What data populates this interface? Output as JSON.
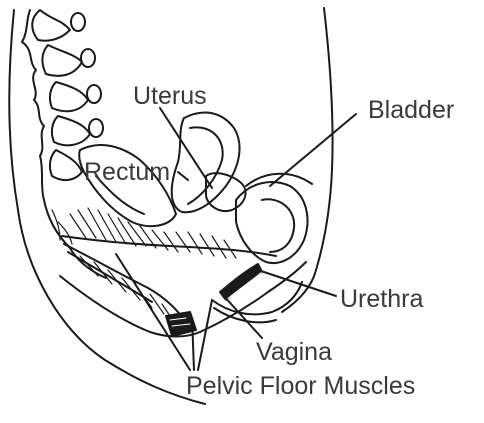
{
  "labels": {
    "uterus": "Uterus",
    "rectum": "Rectum",
    "bladder": "Bladder",
    "urethra": "Urethra",
    "vagina": "Vagina",
    "pelvic_floor": "Pelvic Floor Muscles"
  },
  "colors": {
    "ink": "#1a1a1a",
    "label_text": "#3a3a3a",
    "background": "#ffffff"
  }
}
